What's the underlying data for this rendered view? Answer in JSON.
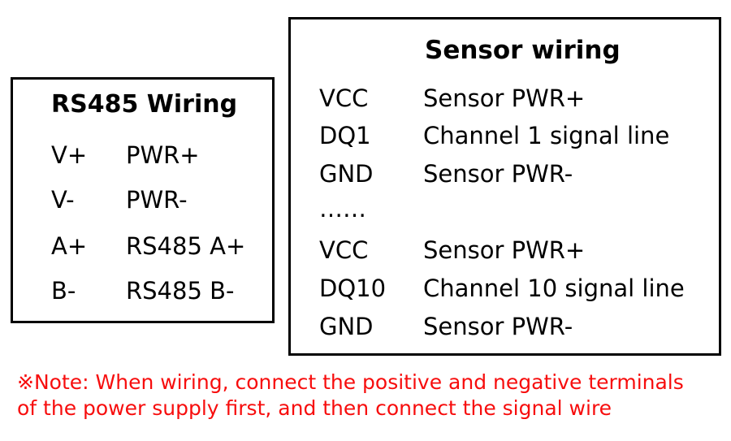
{
  "diagram": {
    "rs485_box": {
      "title": "RS485 Wiring",
      "rows": [
        {
          "term": "V+",
          "desc": "PWR+"
        },
        {
          "term": "V-",
          "desc": "PWR-"
        },
        {
          "term": "A+",
          "desc": "RS485 A+"
        },
        {
          "term": "B-",
          "desc": "RS485 B-"
        }
      ]
    },
    "sensor_box": {
      "title": "Sensor wiring",
      "rows_top": [
        {
          "term": "VCC",
          "desc": "Sensor PWR+"
        },
        {
          "term": "DQ1",
          "desc": "Channel 1 signal line"
        },
        {
          "term": "GND",
          "desc": "Sensor PWR-"
        }
      ],
      "ellipsis": "……",
      "rows_bottom": [
        {
          "term": "VCC",
          "desc": "Sensor PWR+"
        },
        {
          "term": "DQ10",
          "desc": "Channel 10 signal line"
        },
        {
          "term": "GND",
          "desc": "Sensor PWR-"
        }
      ]
    },
    "note": {
      "mark": "※",
      "line1": "Note: When wiring, connect the positive and negative terminals",
      "line2": "of the power supply first, and then connect the signal wire",
      "color": "#f70d0d"
    },
    "colors": {
      "border": "#000000",
      "text": "#000000",
      "background": "#ffffff",
      "note": "#f70d0d"
    }
  }
}
